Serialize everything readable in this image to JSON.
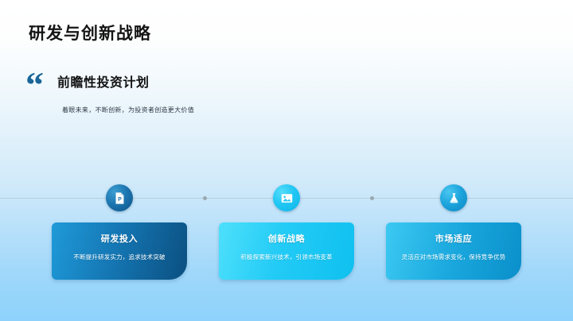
{
  "slide": {
    "title": "研发与创新战略",
    "background_top_color": "#ffffff",
    "background_bottom_color": "#8ed2fb"
  },
  "quote": {
    "mark": "“",
    "heading": "前瞻性投资计划",
    "subtitle": "着眼未来，不断创新，为投资者创造更大价值",
    "mark_color": "#1b6698"
  },
  "timeline": {
    "line_color": "#b9c6cf",
    "dot_color": "#9aa8b2",
    "nodes": [
      {
        "icon": "file-p-icon",
        "color": "#1d76b0"
      },
      {
        "icon": "image-icon",
        "color": "#22c7f4"
      },
      {
        "icon": "flask-icon",
        "color": "#1ea5dd"
      }
    ]
  },
  "cards": [
    {
      "title": "研发投入",
      "description": "不断提升研发实力，追求技术突破",
      "color": "#0b4f80"
    },
    {
      "title": "创新战略",
      "description": "积极探索新兴技术，引领市场变革",
      "color": "#0fc0ef"
    },
    {
      "title": "市场适应",
      "description": "灵活应对市场需求变化，保持竞争优势",
      "color": "#0a8fca"
    }
  ]
}
